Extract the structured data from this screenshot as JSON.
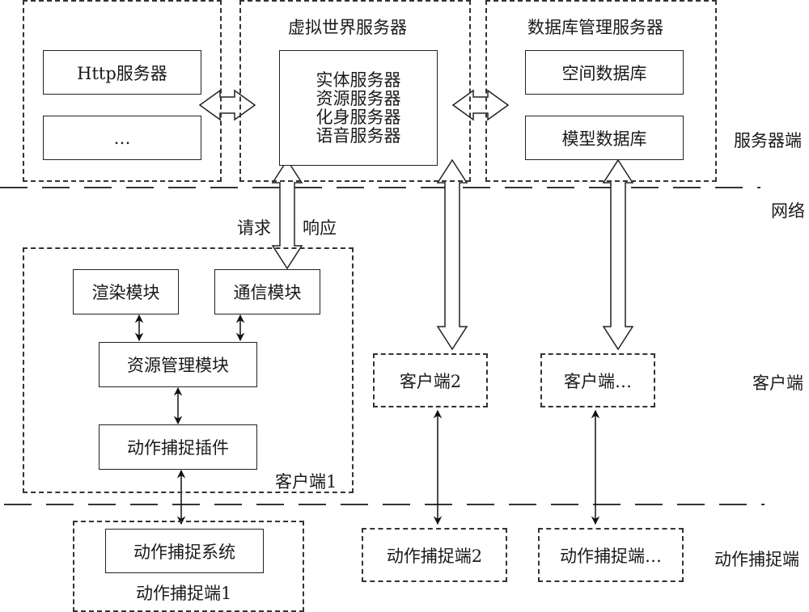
{
  "zones": {
    "server": "服务器端",
    "network": "网络",
    "client": "客户端",
    "mocap": "动作捕捉端"
  },
  "server_side": {
    "web_group": {
      "http_server": "Http服务器",
      "more": "…"
    },
    "virtual_world": {
      "title": "虚拟世界服务器",
      "services": [
        "实体服务器",
        "资源服务器",
        "化身服务器",
        "语音服务器"
      ]
    },
    "database_mgmt": {
      "title": "数据库管理服务器",
      "spatial_db": "空间数据库",
      "model_db": "模型数据库"
    }
  },
  "network_link": {
    "request": "请求",
    "response": "响应"
  },
  "client1": {
    "title": "客户端1",
    "render_module": "渲染模块",
    "comm_module": "通信模块",
    "resource_module": "资源管理模块",
    "mocap_plugin": "动作捕捉插件"
  },
  "client2": {
    "title": "客户端2"
  },
  "client_more": {
    "title": "客户端…"
  },
  "mocap1": {
    "title": "动作捕捉端1",
    "system": "动作捕捉系统"
  },
  "mocap2": {
    "title": "动作捕捉端2"
  },
  "mocap_more": {
    "title": "动作捕捉端…"
  }
}
